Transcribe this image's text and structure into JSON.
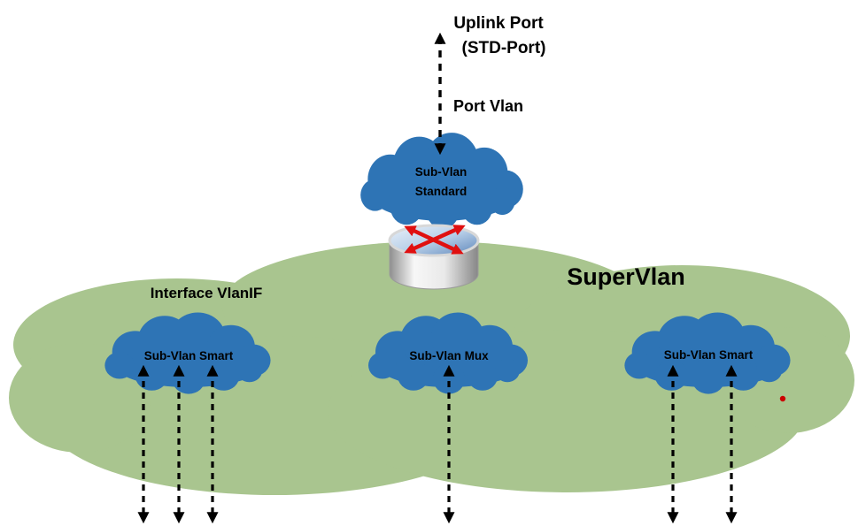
{
  "diagram": {
    "uplink": {
      "line1": "Uplink Port",
      "line2": "(STD-Port)"
    },
    "port_vlan_label": "Port Vlan",
    "standard_cloud": {
      "line1": "Sub-Vlan",
      "line2": "Standard"
    },
    "supervlan_label": "SuperVlan",
    "interface_label": "Interface VlanIF",
    "left_cloud_label": "Sub-Vlan Smart",
    "center_cloud_label": "Sub-Vlan Mux",
    "right_cloud_label": "Sub-Vlan Smart"
  },
  "colors": {
    "sub_vlan_cloud": "#2E74B5",
    "supervlan_cloud": "#A9C58F",
    "arrow": "#000000",
    "router_arrow": "#E01010",
    "marker_dot": "#CC0000",
    "text": "#000000",
    "background": "#FFFFFF"
  }
}
